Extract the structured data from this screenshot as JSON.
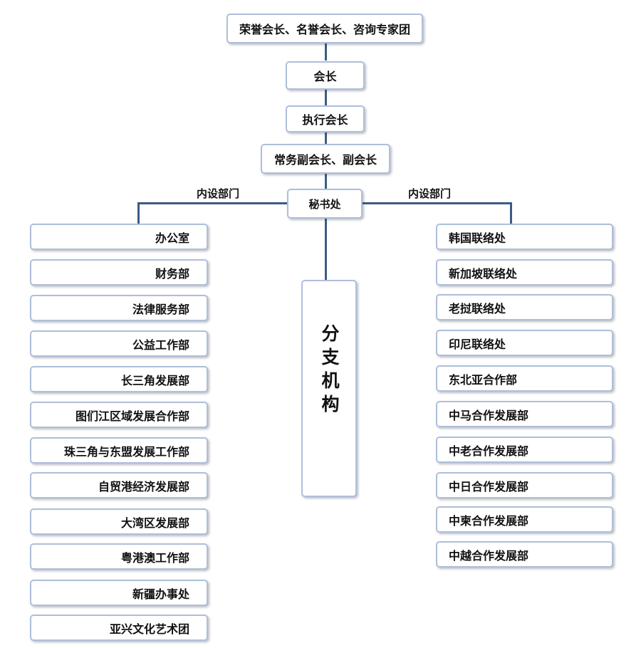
{
  "top_nodes": {
    "honorary": "荣誉会长、名誉会长、咨询专家团",
    "president": "会长",
    "executive": "执行会长",
    "vice": "常务副会长、副会长",
    "secretariat": "秘书处"
  },
  "internal_label_left": "内设部门",
  "internal_label_right": "内设部门",
  "branch_label": "分支机构",
  "left_departments": [
    "办公室",
    "财务部",
    "法律服务部",
    "公益工作部",
    "长三角发展部",
    "图们江区域发展合作部",
    "珠三角与东盟发展工作部",
    "自贸港经济发展部",
    "大湾区发展部",
    "粤港澳工作部",
    "新疆办事处",
    "亚兴文化艺术团"
  ],
  "right_departments": [
    "韩国联络处",
    "新加坡联络处",
    "老挝联络处",
    "印尼联络处",
    "东北亚合作部",
    "中马合作发展部",
    "中老合作发展部",
    "中日合作发展部",
    "中柬合作发展部",
    "中越合作发展部"
  ],
  "colors": {
    "connector": "#3b5b85",
    "box_border": "#aebfd9"
  }
}
